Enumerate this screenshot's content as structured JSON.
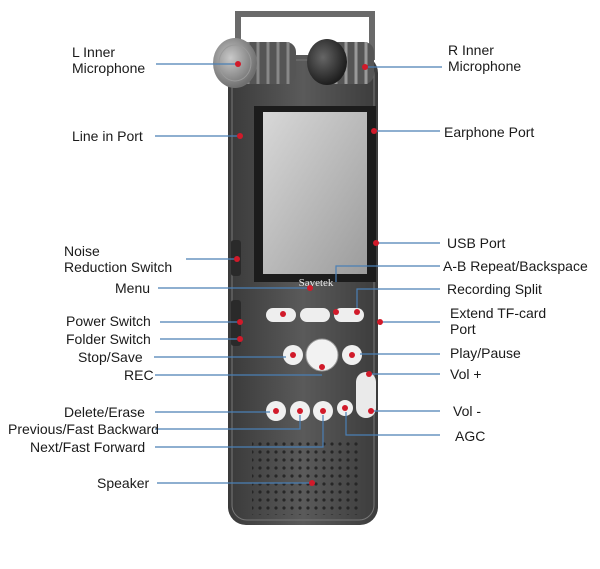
{
  "brand": "Savetek",
  "accent_color": "#d11a2a",
  "labels": {
    "l_inner_mic_1": "L Inner",
    "l_inner_mic_2": "Microphone",
    "r_inner_mic_1": "R Inner",
    "r_inner_mic_2": "Microphone",
    "line_in_port": "Line in Port",
    "earphone_port": "Earphone Port",
    "usb_port": "USB Port",
    "noise_reduction_1": "Noise",
    "noise_reduction_2": "Reduction Switch",
    "ab_repeat": "A-B Repeat/Backspace",
    "menu": "Menu",
    "recording_split": "Recording Split",
    "extend_tf_1": "Extend TF-card",
    "extend_tf_2": "Port",
    "power_switch": "Power Switch",
    "folder_switch": "Folder Switch",
    "stop_save": "Stop/Save",
    "play_pause": "Play/Pause",
    "rec": "REC",
    "vol_plus": "Vol +",
    "delete_erase": "Delete/Erase",
    "vol_minus": "Vol -",
    "previous_fast_backward": "Previous/Fast Backward",
    "agc": "AGC",
    "next_fast_forward": "Next/Fast Forward",
    "speaker": "Speaker"
  }
}
